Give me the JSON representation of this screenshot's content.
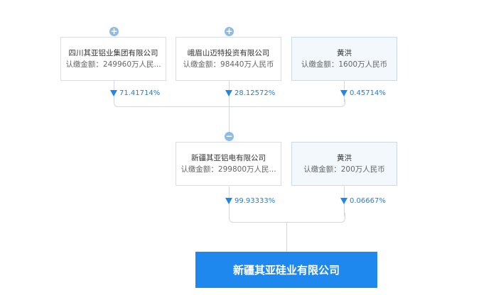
{
  "shareholders_top": [
    {
      "name": "四川其亚铝业集团有限公司",
      "amount": "认缴金额：249960万人民...",
      "percent": "71.41714%",
      "toggle": "+"
    },
    {
      "name": "峨眉山迈特投资有限公司",
      "amount": "认缴金额：98440万人民币",
      "percent": "28.12572%",
      "toggle": "+"
    },
    {
      "name": "黄洪",
      "amount": "认缴金额：1600万人民币",
      "percent": "0.45714%"
    }
  ],
  "shareholders_mid": [
    {
      "name": "新疆其亚铝电有限公司",
      "amount": "认缴金额：299800万人民...",
      "percent": "99.93333%",
      "toggle": "−"
    },
    {
      "name": "黄洪",
      "amount": "认缴金额：200万人民币",
      "percent": "0.06667%"
    }
  ],
  "target": {
    "name": "新疆其亚硅业有限公司"
  }
}
